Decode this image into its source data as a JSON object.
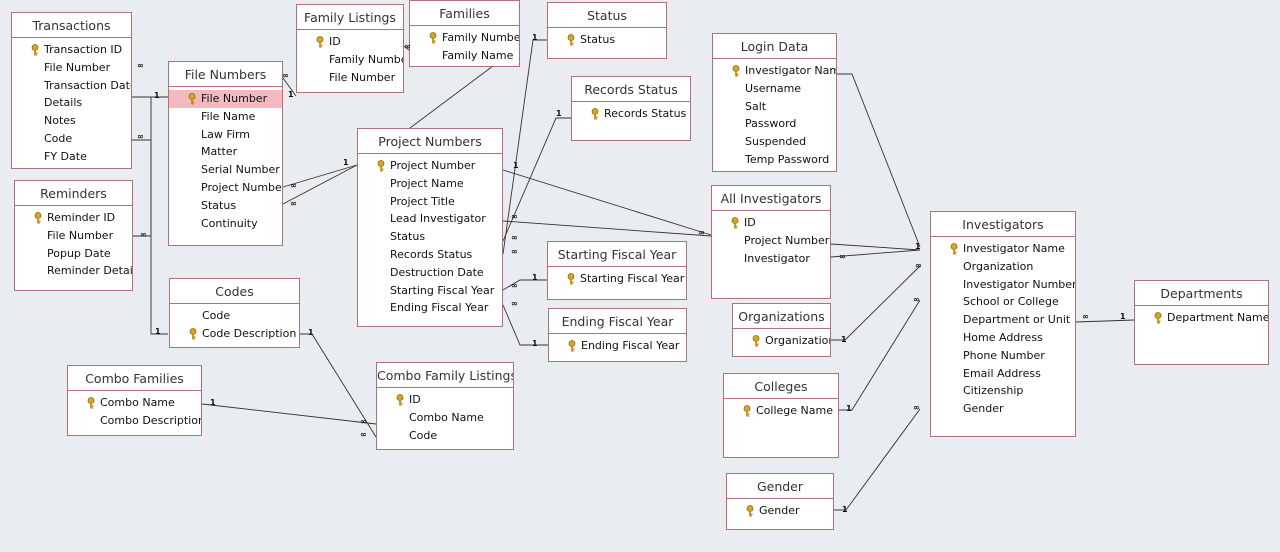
{
  "tables": {
    "transactions": {
      "title": "Transactions",
      "fields": [
        {
          "name": "Transaction ID",
          "key": true
        },
        {
          "name": "File Number"
        },
        {
          "name": "Transaction Date"
        },
        {
          "name": "Details"
        },
        {
          "name": "Notes"
        },
        {
          "name": "Code"
        },
        {
          "name": "FY Date"
        }
      ]
    },
    "reminders": {
      "title": "Reminders",
      "fields": [
        {
          "name": "Reminder ID",
          "key": true
        },
        {
          "name": "File Number"
        },
        {
          "name": "Popup Date"
        },
        {
          "name": "Reminder Details"
        }
      ]
    },
    "file_numbers": {
      "title": "File Numbers",
      "fields": [
        {
          "name": "File Number",
          "key": true,
          "selected": true
        },
        {
          "name": "File Name"
        },
        {
          "name": "Law Firm"
        },
        {
          "name": "Matter"
        },
        {
          "name": "Serial Number"
        },
        {
          "name": "Project Number"
        },
        {
          "name": "Status"
        },
        {
          "name": "Continuity"
        }
      ]
    },
    "family_listings": {
      "title": "Family Listings",
      "fields": [
        {
          "name": "ID",
          "key": true
        },
        {
          "name": "Family Number"
        },
        {
          "name": "File Number"
        }
      ]
    },
    "families": {
      "title": "Families",
      "fields": [
        {
          "name": "Family Number",
          "key": true
        },
        {
          "name": "Family Name"
        }
      ]
    },
    "status": {
      "title": "Status",
      "fields": [
        {
          "name": "Status",
          "key": true
        }
      ]
    },
    "records_status": {
      "title": "Records Status",
      "fields": [
        {
          "name": "Records Status",
          "key": true
        }
      ]
    },
    "project_numbers": {
      "title": "Project Numbers",
      "fields": [
        {
          "name": "Project Number",
          "key": true
        },
        {
          "name": "Project Name"
        },
        {
          "name": "Project Title"
        },
        {
          "name": "Lead Investigator"
        },
        {
          "name": "Status"
        },
        {
          "name": "Records Status"
        },
        {
          "name": "Destruction Date"
        },
        {
          "name": "Starting Fiscal Year"
        },
        {
          "name": "Ending Fiscal Year"
        }
      ]
    },
    "codes": {
      "title": "Codes",
      "fields": [
        {
          "name": "Code"
        },
        {
          "name": "Code Description",
          "key": true
        }
      ]
    },
    "combo_families": {
      "title": "Combo Families",
      "fields": [
        {
          "name": "Combo Name",
          "key": true
        },
        {
          "name": "Combo Description"
        }
      ]
    },
    "combo_family_listings": {
      "title": "Combo Family Listings",
      "fields": [
        {
          "name": "ID",
          "key": true
        },
        {
          "name": "Combo Name"
        },
        {
          "name": "Code"
        }
      ]
    },
    "starting_fiscal_year": {
      "title": "Starting Fiscal Year",
      "fields": [
        {
          "name": "Starting Fiscal Year",
          "key": true
        }
      ]
    },
    "ending_fiscal_year": {
      "title": "Ending Fiscal Year",
      "fields": [
        {
          "name": "Ending Fiscal Year",
          "key": true
        }
      ]
    },
    "login_data": {
      "title": "Login Data",
      "fields": [
        {
          "name": "Investigator Name",
          "key": true
        },
        {
          "name": "Username"
        },
        {
          "name": "Salt"
        },
        {
          "name": "Password"
        },
        {
          "name": "Suspended"
        },
        {
          "name": "Temp Password"
        }
      ]
    },
    "all_investigators": {
      "title": "All Investigators",
      "fields": [
        {
          "name": "ID",
          "key": true
        },
        {
          "name": "Project Number"
        },
        {
          "name": "Investigator"
        }
      ]
    },
    "organizations": {
      "title": "Organizations",
      "fields": [
        {
          "name": "Organization",
          "key": true
        }
      ]
    },
    "colleges": {
      "title": "Colleges",
      "fields": [
        {
          "name": "College Name",
          "key": true
        }
      ]
    },
    "gender": {
      "title": "Gender",
      "fields": [
        {
          "name": "Gender",
          "key": true
        }
      ]
    },
    "investigators": {
      "title": "Investigators",
      "fields": [
        {
          "name": "Investigator Name",
          "key": true
        },
        {
          "name": "Organization"
        },
        {
          "name": "Investigator Number"
        },
        {
          "name": "School or College"
        },
        {
          "name": "Department or Unit"
        },
        {
          "name": "Home Address"
        },
        {
          "name": "Phone Number"
        },
        {
          "name": "Email Address"
        },
        {
          "name": "Citizenship"
        },
        {
          "name": "Gender"
        }
      ]
    },
    "departments": {
      "title": "Departments",
      "fields": [
        {
          "name": "Department Name",
          "key": true
        }
      ]
    }
  },
  "relationship_markers": {
    "one": "1",
    "many": "∞"
  }
}
